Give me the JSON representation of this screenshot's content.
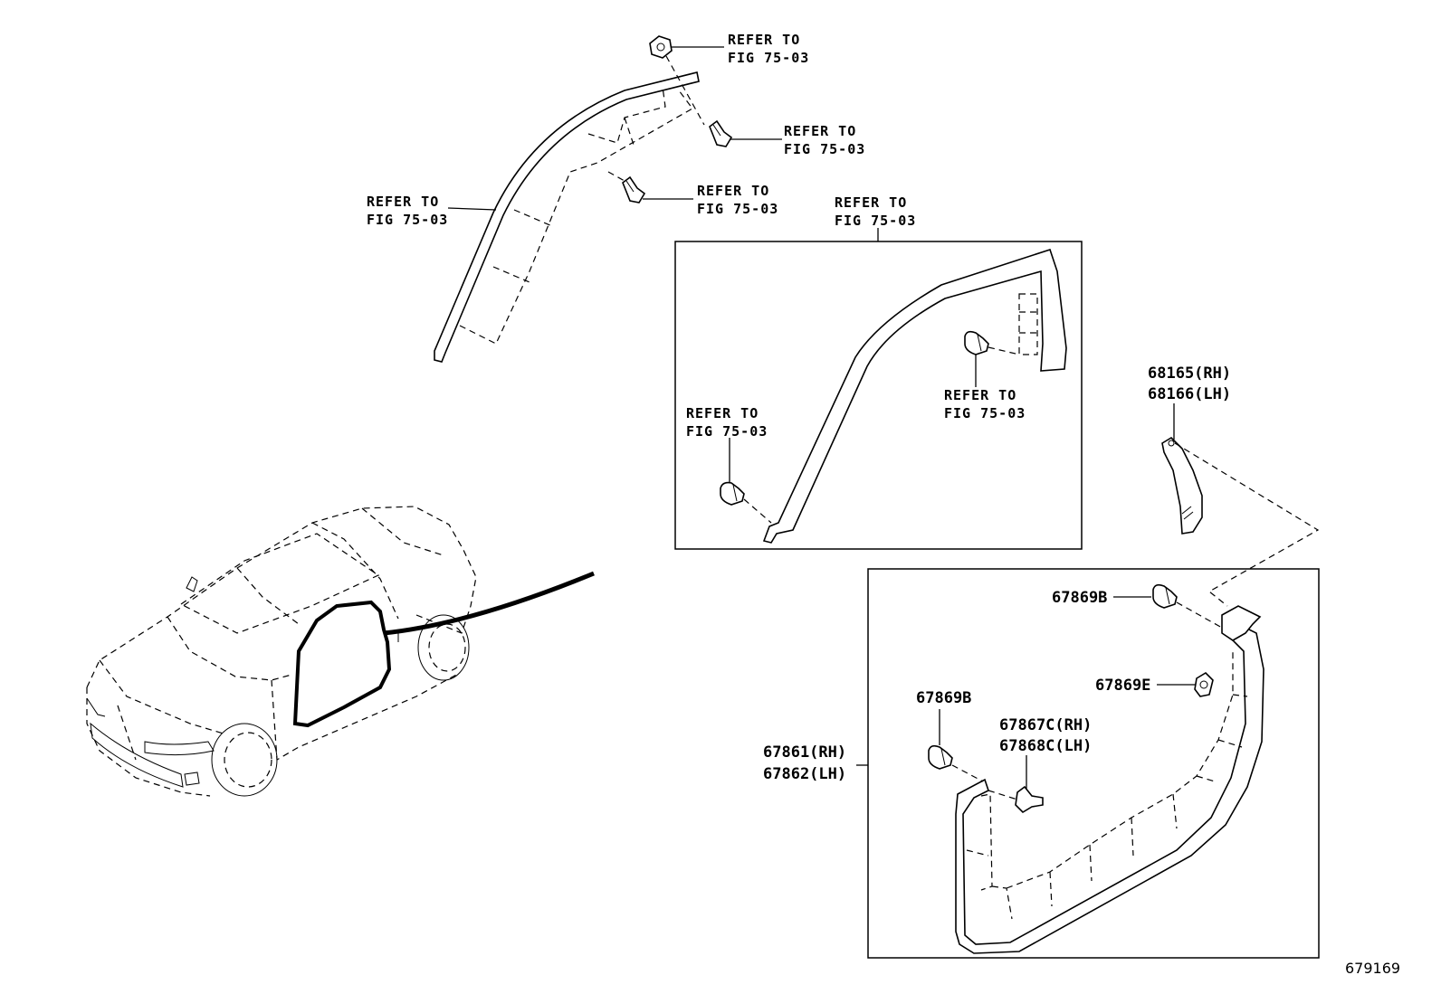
{
  "refer_text": "REFER TO",
  "fig_text": "FIG 75-03",
  "parts": {
    "p68165": "68165(RH)",
    "p68166": "68166(LH)",
    "p67869b_top": "67869B",
    "p67869e": "67869E",
    "p67869b_left": "67869B",
    "p67867c": "67867C(RH)",
    "p67868c": "67868C(LH)",
    "p67861": "67861(RH)",
    "p67862": "67862(LH)"
  },
  "diagram_id": "679169"
}
